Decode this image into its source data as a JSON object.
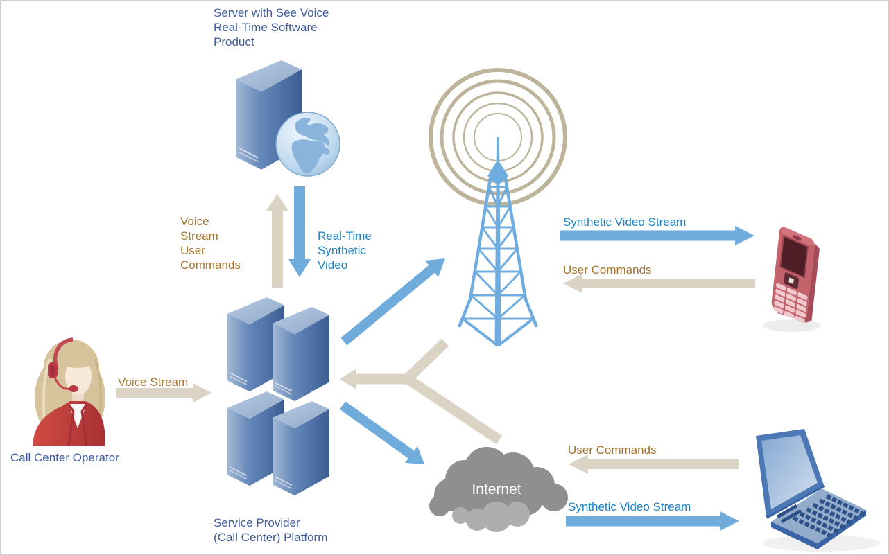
{
  "colors": {
    "label_blue": "#3E5C9B",
    "text_brown": "#A6752D",
    "text_blue": "#1B82C8",
    "arrow_beige": "#DBD3C4",
    "arrow_blue": "#6FACDC",
    "tower_blue": "#6FACDF",
    "ring_tan": "#BEB49B",
    "cloud_gray": "#8F8F8F",
    "cloud_light": "#AEAEAE",
    "internet_text": "#FFFFFF"
  },
  "nodes": {
    "server": {
      "label": "Server with See Voice\nReal-Time Software\nProduct"
    },
    "platform": {
      "label": "Service Provider\n(Call Center) Platform"
    },
    "operator": {
      "label": "Call Center Operator"
    },
    "internet": {
      "label": "Internet"
    }
  },
  "flows": {
    "voice_stream_user_commands": {
      "label": "Voice\nStream\nUser\nCommands",
      "direction": "up"
    },
    "real_time_synthetic_video": {
      "label": "Real-Time\nSynthetic\nVideo",
      "direction": "down"
    },
    "synthetic_video_stream_to_phone": {
      "label": "Synthetic Video Stream",
      "direction": "right"
    },
    "user_commands_from_phone": {
      "label": "User Commands",
      "direction": "left"
    },
    "voice_stream_from_operator": {
      "label": "Voice Stream",
      "direction": "right"
    },
    "user_commands_from_laptop": {
      "label": "User Commands",
      "direction": "left"
    },
    "synthetic_video_stream_to_laptop": {
      "label": "Synthetic Video Stream",
      "direction": "right"
    }
  }
}
